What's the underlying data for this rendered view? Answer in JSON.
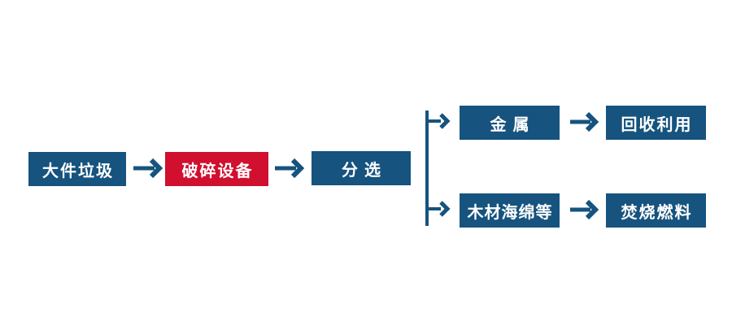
{
  "diagram": {
    "type": "flowchart",
    "background": "#ffffff",
    "colors": {
      "background": "#ffffff",
      "node_blue": "#16537E",
      "node_red": "#D10F2F",
      "node_text": "#ffffff",
      "arrow": "#16537E"
    },
    "nodes": {
      "bulky_waste": {
        "label": "大件垃圾",
        "color": "#16537E"
      },
      "crushing_equipment": {
        "label": "破碎设备",
        "color": "#D10F2F"
      },
      "sorting": {
        "label": "分选",
        "color": "#16537E"
      },
      "metal": {
        "label": "金属",
        "color": "#16537E"
      },
      "recycling": {
        "label": "回收利用",
        "color": "#16537E"
      },
      "wood_sponge": {
        "label": "木材海绵等",
        "color": "#16537E"
      },
      "incineration_fuel": {
        "label": "焚烧燃料",
        "color": "#16537E"
      }
    },
    "edges": [
      {
        "from": "bulky_waste",
        "to": "crushing_equipment"
      },
      {
        "from": "crushing_equipment",
        "to": "sorting"
      },
      {
        "from": "sorting",
        "to": "metal"
      },
      {
        "from": "sorting",
        "to": "wood_sponge"
      },
      {
        "from": "metal",
        "to": "recycling"
      },
      {
        "from": "wood_sponge",
        "to": "incineration_fuel"
      }
    ]
  }
}
